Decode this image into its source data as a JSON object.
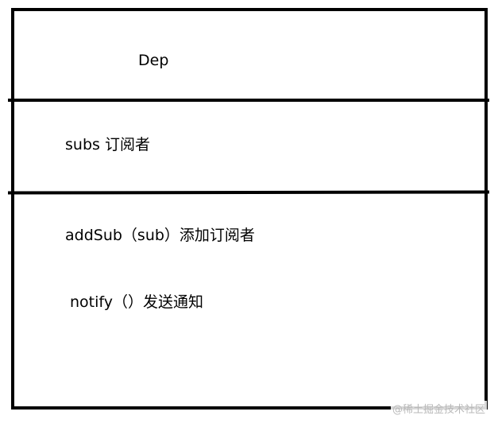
{
  "diagram": {
    "class_name": "Dep",
    "field": "subs 订阅者",
    "methods": [
      "addSub（sub）添加订阅者",
      "notify（）发送通知"
    ]
  },
  "watermark": "@稀土掘金技术社区",
  "colors": {
    "line": "#000000",
    "background": "#ffffff",
    "watermark": "#b9b9b9"
  }
}
